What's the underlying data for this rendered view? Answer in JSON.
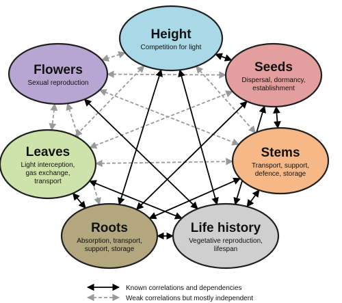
{
  "nodes": [
    {
      "id": "height",
      "title": "Height",
      "lines": [
        "Competition for light"
      ],
      "fill": "#a9d8e6",
      "stroke": "#1f1f1f"
    },
    {
      "id": "seeds",
      "title": "Seeds",
      "lines": [
        "Dispersal, dormancy,",
        "establishment"
      ],
      "fill": "#e39e9e",
      "stroke": "#1f1f1f"
    },
    {
      "id": "stems",
      "title": "Stems",
      "lines": [
        "Transport, support,",
        "defence, storage"
      ],
      "fill": "#f7b888",
      "stroke": "#1f1f1f"
    },
    {
      "id": "lifehistory",
      "title": "Life history",
      "lines": [
        "Vegetative reproduction,",
        "lifespan"
      ],
      "fill": "#cfcfcf",
      "stroke": "#1f1f1f"
    },
    {
      "id": "roots",
      "title": "Roots",
      "lines": [
        "Absorption, transport,",
        "support, storage"
      ],
      "fill": "#b2a77f",
      "stroke": "#1f1f1f"
    },
    {
      "id": "leaves",
      "title": "Leaves",
      "lines": [
        "Light interception,",
        "gas exchange,",
        "transport"
      ],
      "fill": "#cde3a9",
      "stroke": "#1f1f1f"
    },
    {
      "id": "flowers",
      "title": "Flowers",
      "lines": [
        "Sexual reproduction"
      ],
      "fill": "#b7a5d2",
      "stroke": "#1f1f1f"
    }
  ],
  "links": {
    "known": [
      [
        "height",
        "seeds"
      ],
      [
        "seeds",
        "stems"
      ],
      [
        "stems",
        "lifehistory"
      ],
      [
        "lifehistory",
        "roots"
      ],
      [
        "roots",
        "leaves"
      ],
      [
        "height",
        "lifehistory"
      ],
      [
        "height",
        "roots"
      ],
      [
        "leaves",
        "lifehistory"
      ],
      [
        "flowers",
        "lifehistory"
      ],
      [
        "seeds",
        "roots"
      ],
      [
        "seeds",
        "lifehistory"
      ],
      [
        "stems",
        "roots"
      ]
    ],
    "weak": [
      [
        "height",
        "flowers"
      ],
      [
        "flowers",
        "leaves"
      ],
      [
        "flowers",
        "seeds"
      ],
      [
        "flowers",
        "stems"
      ],
      [
        "flowers",
        "roots"
      ],
      [
        "height",
        "leaves"
      ],
      [
        "height",
        "stems"
      ],
      [
        "leaves",
        "seeds"
      ],
      [
        "leaves",
        "stems"
      ],
      [
        "roots",
        "stems"
      ]
    ]
  },
  "legend": {
    "known": "Known correlations and dependencies",
    "weak": "Weak correlations but mostly independent"
  },
  "colors": {
    "known_line": "#000000",
    "weak_line": "#9a9a9a"
  }
}
